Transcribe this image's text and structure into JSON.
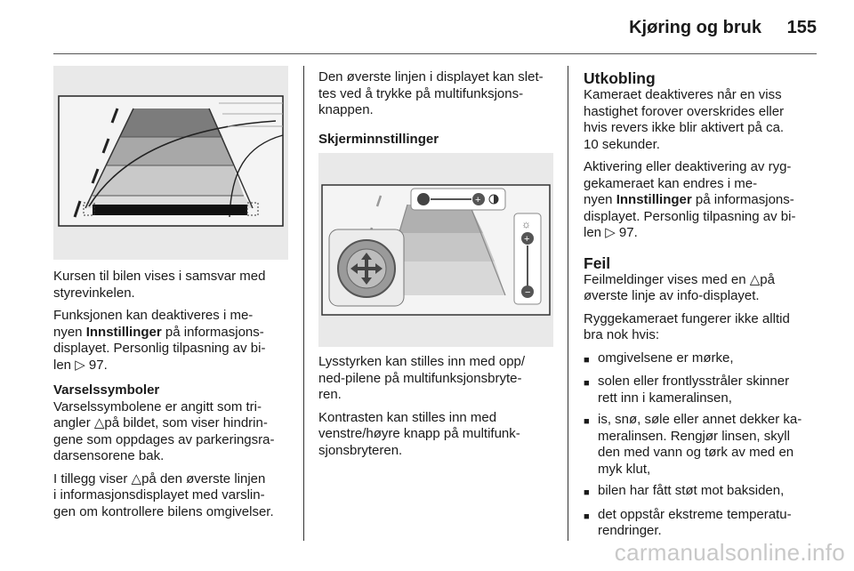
{
  "header": {
    "title": "Kjøring og bruk",
    "page_number": "155"
  },
  "col1": {
    "p1": "Kursen til bilen vises i samsvar med styrevinkelen.",
    "p2_a": "Funksjonen kan deaktiveres i me-",
    "p2_b": "nyen ",
    "p2_bold": "Innstillinger",
    "p2_c": " på informasjons-",
    "p2_d": "displayet. Personlig tilpasning av bi-",
    "p2_e": "len ",
    "p2_ref": "97.",
    "h_warn": "Varselssymboler",
    "p3_a": "Varselssymbolene er angitt som tri-",
    "p3_b": "angler ",
    "p3_c": "på bildet, som viser hindrin-",
    "p3_d": "gene som oppdages av parkeringsra-",
    "p3_e": "darsensorene bak.",
    "p4_a": "I tillegg viser ",
    "p4_b": "på den øverste linjen",
    "p4_c": "i informasjonsdisplayet med varslin-",
    "p4_d": "gen om kontrollere bilens omgivelser."
  },
  "col2": {
    "p1_a": "Den øverste linjen i displayet kan slet-",
    "p1_b": "tes ved å trykke på multifunksjons-",
    "p1_c": "knappen.",
    "h_screen": "Skjerminnstillinger",
    "p2_a": "Lysstyrken kan stilles inn med opp/",
    "p2_b": "ned-pilene på multifunksjonsbryte-",
    "p2_c": "ren.",
    "p3_a": "Kontrasten kan stilles inn med",
    "p3_b": "venstre/høyre knapp på multifunk-",
    "p3_c": "sjonsbryteren."
  },
  "col3": {
    "h_off": "Utkobling",
    "p1_a": "Kameraet deaktiveres når en viss",
    "p1_b": "hastighet forover overskrides eller",
    "p1_c": "hvis revers ikke blir aktivert på ca.",
    "p1_d": "10 sekunder.",
    "p2_a": "Aktivering eller deaktivering av ryg-",
    "p2_b": "gekameraet kan endres i me-",
    "p2_c": "nyen ",
    "p2_bold": "Innstillinger",
    "p2_d": " på informasjons-",
    "p2_e": "displayet. Personlig tilpasning av bi-",
    "p2_f": "len ",
    "p2_ref": "97.",
    "h_fault": "Feil",
    "p3_a": "Feilmeldinger vises med en ",
    "p3_b": "på",
    "p3_c": "øverste linje av info-displayet.",
    "p4_a": "Ryggekameraet fungerer ikke alltid",
    "p4_b": "bra nok hvis:",
    "bullets": [
      [
        "omgivelsene er mørke,"
      ],
      [
        "solen eller frontlysstråler skinner",
        "rett inn i kameralinsen,"
      ],
      [
        "is, snø, søle eller annet dekker ka-",
        "meralinsen. Rengjør linsen, skyll",
        "den med vann og tørk av med en",
        "myk klut,"
      ],
      [
        "bilen har fått støt mot baksiden,"
      ],
      [
        "det oppstår ekstreme temperatu-",
        "rendringer."
      ]
    ]
  },
  "watermark": "carmanualsonline.info",
  "colors": {
    "text": "#1a1a1a",
    "figure_bg": "#e9e9e9",
    "watermark": "#c8c8c8"
  }
}
